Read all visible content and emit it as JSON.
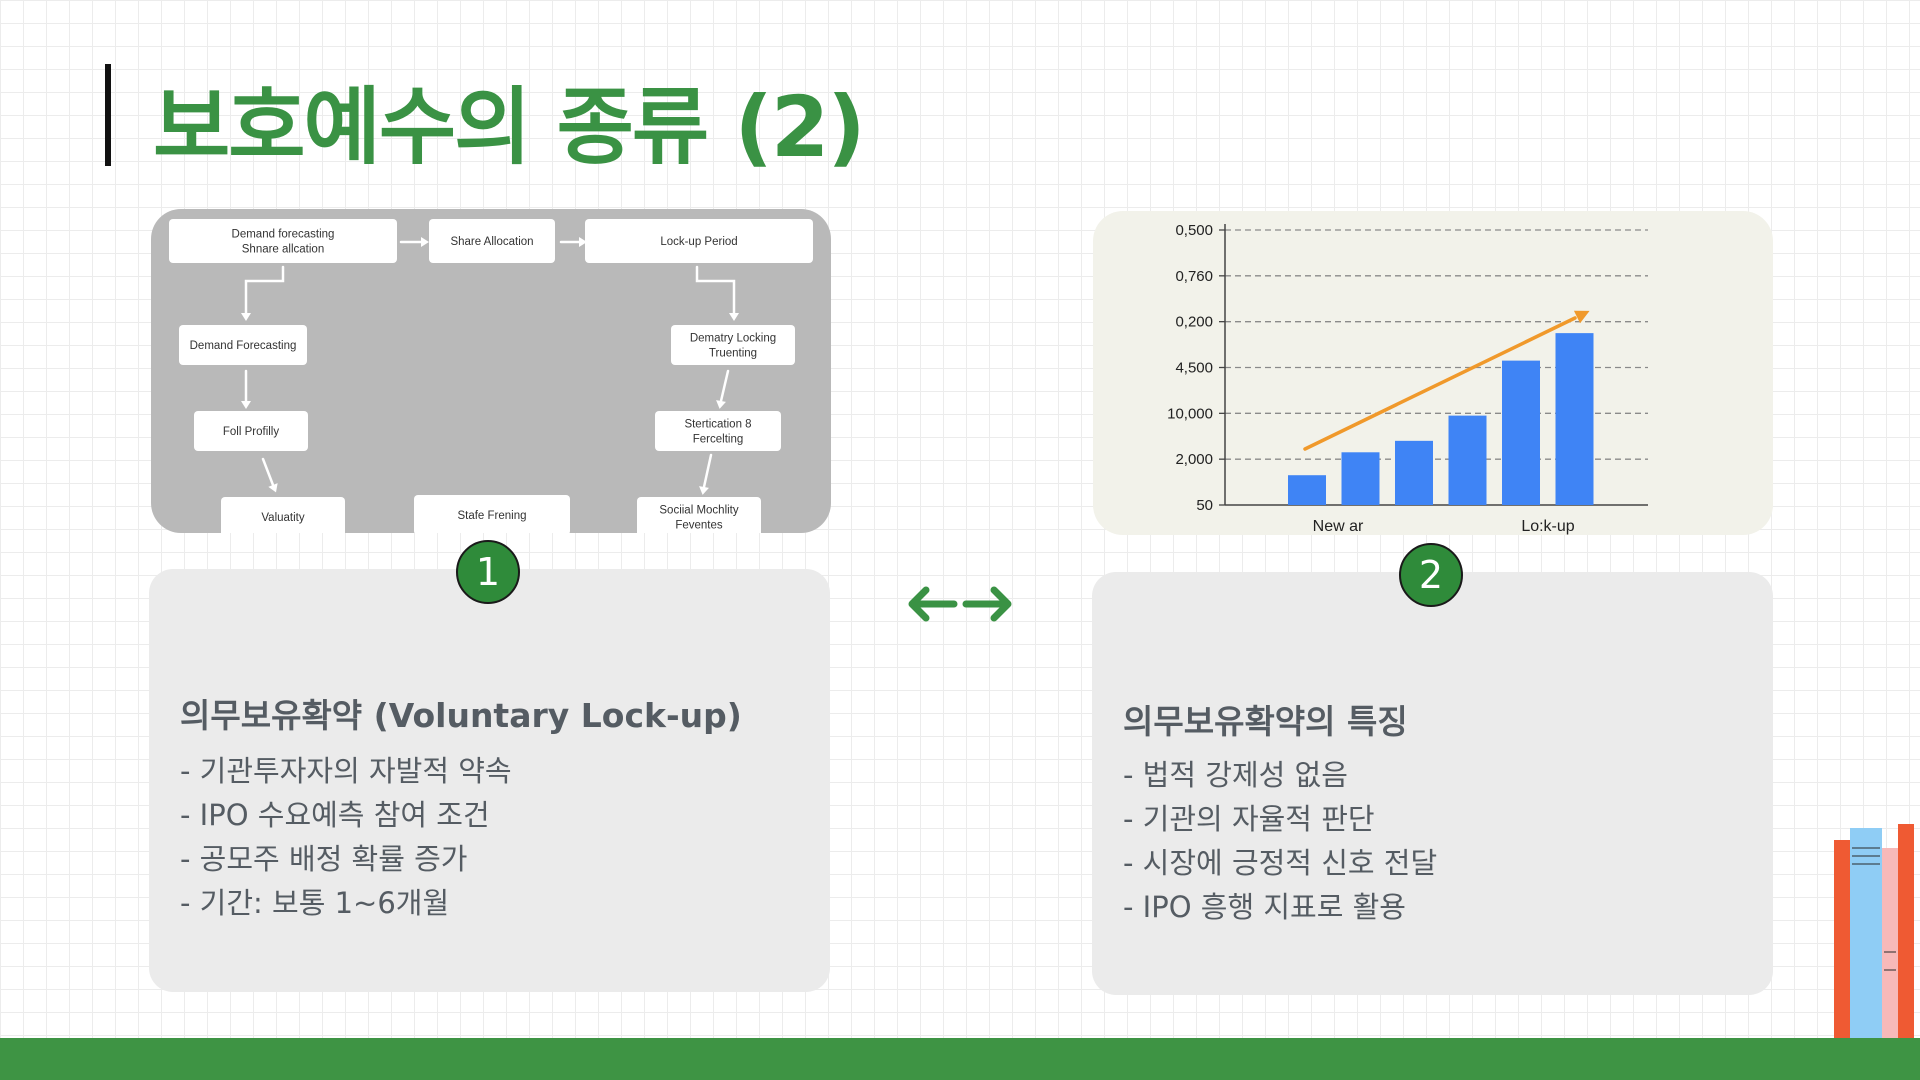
{
  "page": {
    "title": "보호예수의 종류 (2)"
  },
  "flow_image": {
    "nodes": [
      {
        "label_lines": [
          "Demand forecasting",
          "Shnare allcation"
        ]
      },
      {
        "label_lines": [
          "Share Allocation"
        ]
      },
      {
        "label_lines": [
          "Lock-up Period"
        ]
      },
      {
        "label_lines": [
          "Demand Forecasting"
        ]
      },
      {
        "label_lines": [
          "Dematry Locking",
          "Truenting"
        ]
      },
      {
        "label_lines": [
          "Foll Profilly"
        ]
      },
      {
        "label_lines": [
          "Stertication 8",
          "Fercelting"
        ]
      },
      {
        "label_lines": [
          "Valuatity"
        ]
      },
      {
        "label_lines": [
          "Stafe Frening"
        ]
      },
      {
        "label_lines": [
          "Sociial Mochlity",
          "Feventes"
        ]
      }
    ]
  },
  "chart_data": {
    "type": "bar",
    "categories": [
      "",
      "New ar",
      "",
      "",
      "",
      "Lock-up"
    ],
    "x_tick_labels": [
      "New ar",
      "Lo:k-up"
    ],
    "y_tick_labels": [
      "50",
      "2,000",
      "10,000",
      "4,500",
      "0,200",
      "0,760",
      "0,500"
    ],
    "values": [
      0.65,
      1.15,
      1.4,
      1.95,
      3.15,
      3.75
    ],
    "ylim": [
      0,
      6
    ],
    "grid": true,
    "trend_arrow": true,
    "colors": {
      "bars": "#3f84f5",
      "trend": "#f0992b",
      "grid": "#8a8a8a"
    }
  },
  "card1": {
    "badge": "1",
    "heading": "의무보유확약 (Voluntary Lock-up)",
    "items": [
      "- 기관투자자의 자발적 약속",
      "- IPO 수요예측 참여 조건",
      "- 공모주 배정 확률 증가",
      "- 기간: 보통 1~6개월"
    ]
  },
  "card2": {
    "badge": "2",
    "heading": "의무보유확약의 특징",
    "items": [
      "- 법적 강제성 없음",
      "- 기관의 자율적 판단",
      "- 시장에 긍정적 신호 전달",
      "- IPO 흥행 지표로 활용"
    ]
  },
  "theme": {
    "accent": "#3a9244",
    "badge": "#2f8b3a",
    "card_bg": "#ebebeb"
  },
  "icons": {
    "swap": "double-arrow-icon",
    "decoration": "books-icon"
  }
}
